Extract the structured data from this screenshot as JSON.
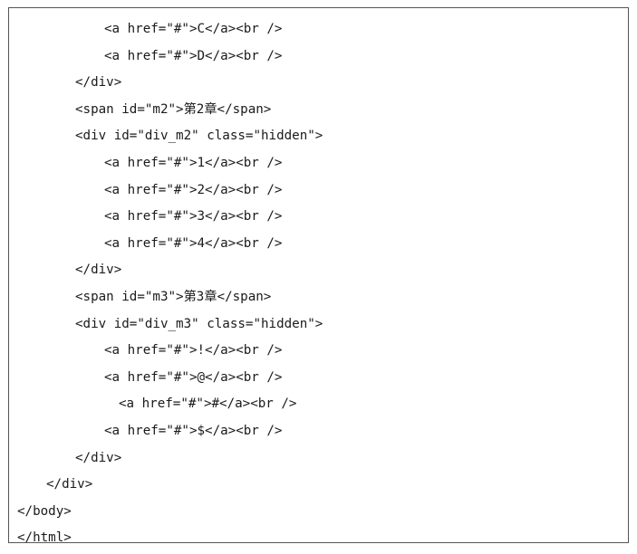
{
  "code": {
    "lines": [
      {
        "indent": 3,
        "text": "<a href=\"#\">C</a><br />"
      },
      {
        "indent": 3,
        "text": "<a href=\"#\">D</a><br />"
      },
      {
        "indent": 2,
        "text": "</div>"
      },
      {
        "indent": 2,
        "text": "<span id=\"m2\">第2章</span>"
      },
      {
        "indent": 2,
        "text": "<div id=\"div_m2\" class=\"hidden\">"
      },
      {
        "indent": 3,
        "text": "<a href=\"#\">1</a><br />"
      },
      {
        "indent": 3,
        "text": "<a href=\"#\">2</a><br />"
      },
      {
        "indent": 3,
        "text": "<a href=\"#\">3</a><br />"
      },
      {
        "indent": 3,
        "text": "<a href=\"#\">4</a><br />"
      },
      {
        "indent": 2,
        "text": "</div>"
      },
      {
        "indent": 2,
        "text": "<span id=\"m3\">第3章</span>"
      },
      {
        "indent": 2,
        "text": "<div id=\"div_m3\" class=\"hidden\">"
      },
      {
        "indent": 3,
        "text": "<a href=\"#\">!</a><br />"
      },
      {
        "indent": 3,
        "text": "<a href=\"#\">@</a><br />"
      },
      {
        "indent": 3.5,
        "text": "<a href=\"#\">#</a><br />"
      },
      {
        "indent": 3,
        "text": "<a href=\"#\">$</a><br />"
      },
      {
        "indent": 2,
        "text": "</div>"
      },
      {
        "indent": 1,
        "text": "</div>"
      },
      {
        "indent": 0,
        "text": "</body>"
      },
      {
        "indent": 0,
        "text": "</html>"
      }
    ]
  }
}
